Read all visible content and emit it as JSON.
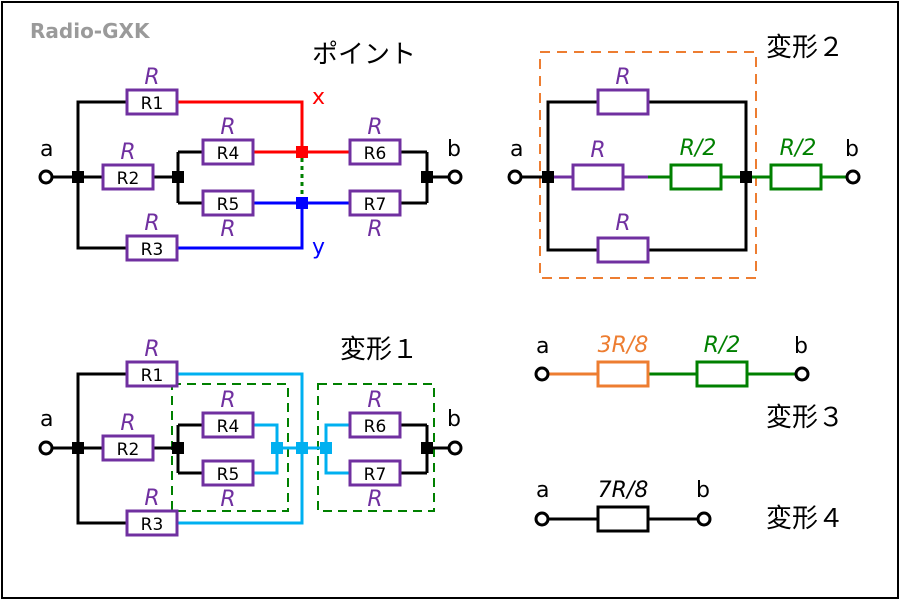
{
  "watermark": "Radio-GXK",
  "colors": {
    "black": "#000000",
    "purple": "#7030a0",
    "red": "#ff0000",
    "blue": "#0000ff",
    "green": "#008000",
    "orange": "#ed7d31",
    "cyan": "#00b0f0",
    "gray_text": "#9a9a9a"
  },
  "sections": {
    "point": {
      "title": "ポイント",
      "terminal_a": "a",
      "terminal_b": "b",
      "node_x": "x",
      "node_y": "y",
      "resistors": {
        "R1": {
          "name": "R1",
          "value": "R"
        },
        "R2": {
          "name": "R2",
          "value": "R"
        },
        "R3": {
          "name": "R3",
          "value": "R"
        },
        "R4": {
          "name": "R4",
          "value": "R"
        },
        "R5": {
          "name": "R5",
          "value": "R"
        },
        "R6": {
          "name": "R6",
          "value": "R"
        },
        "R7": {
          "name": "R7",
          "value": "R"
        }
      }
    },
    "transform1": {
      "title": "変形１",
      "terminal_a": "a",
      "terminal_b": "b",
      "resistors": {
        "R1": {
          "name": "R1",
          "value": "R"
        },
        "R2": {
          "name": "R2",
          "value": "R"
        },
        "R3": {
          "name": "R3",
          "value": "R"
        },
        "R4": {
          "name": "R4",
          "value": "R"
        },
        "R5": {
          "name": "R5",
          "value": "R"
        },
        "R6": {
          "name": "R6",
          "value": "R"
        },
        "R7": {
          "name": "R7",
          "value": "R"
        }
      }
    },
    "transform2": {
      "title": "変形２",
      "terminal_a": "a",
      "terminal_b": "b",
      "values": {
        "top": "R",
        "mid": "R",
        "bottom": "R",
        "green1": "R/2",
        "green2": "R/2"
      }
    },
    "transform3": {
      "title": "変形３",
      "terminal_a": "a",
      "terminal_b": "b",
      "values": {
        "orange": "3R/8",
        "green": "R/2"
      }
    },
    "transform4": {
      "title": "変形４",
      "terminal_a": "a",
      "terminal_b": "b",
      "values": {
        "total": "7R/8"
      }
    }
  }
}
